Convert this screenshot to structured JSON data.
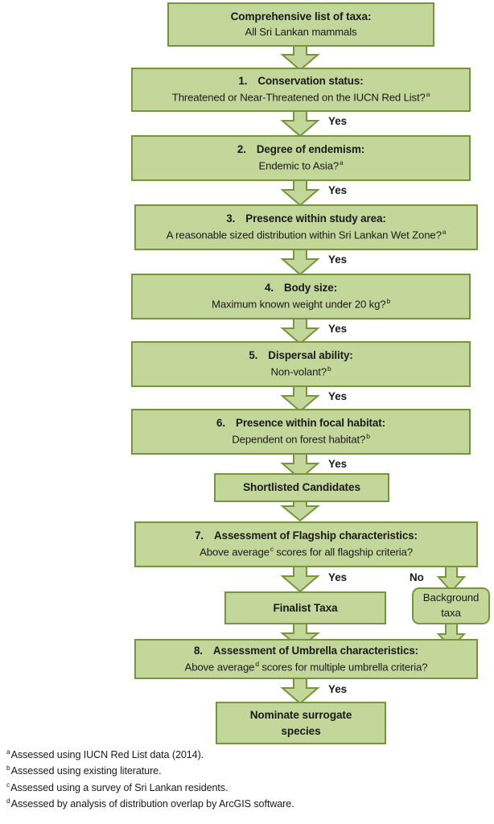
{
  "diagram": {
    "title": "Surrogate species selection flowchart",
    "colors": {
      "box_fill": "#c4d79b",
      "box_border": "#77933c",
      "arrow_fill": "#c4d79b",
      "arrow_border": "#77933c",
      "text": "#1a1a1a",
      "background": "#ffffff"
    }
  },
  "nodes": [
    {
      "id": "comprehensive-list",
      "kind": "terminal",
      "title": "Comprehensive list of taxa:",
      "subtitle": "All Sri Lankan mammals"
    },
    {
      "id": "step-1",
      "kind": "decision",
      "number": "1.",
      "title": "Conservation status:",
      "subtitle": "Threatened or Near-Threatened on the IUCN Red List?",
      "subtitle_marker": "a"
    },
    {
      "id": "step-2",
      "kind": "decision",
      "number": "2.",
      "title": "Degree of endemism:",
      "subtitle": "Endemic to Asia?",
      "subtitle_marker": "a"
    },
    {
      "id": "step-3",
      "kind": "decision",
      "number": "3.",
      "title": "Presence within study area:",
      "subtitle": "A reasonable sized distribution within Sri Lankan Wet Zone?",
      "subtitle_marker": "a"
    },
    {
      "id": "step-4",
      "kind": "decision",
      "number": "4.",
      "title": "Body size:",
      "subtitle": "Maximum known weight under 20 kg?",
      "subtitle_marker": "b"
    },
    {
      "id": "step-5",
      "kind": "decision",
      "number": "5.",
      "title": "Dispersal ability:",
      "subtitle": "Non-volant?",
      "subtitle_marker": "b"
    },
    {
      "id": "step-6",
      "kind": "decision",
      "number": "6.",
      "title": "Presence within focal habitat:",
      "subtitle": "Dependent on forest habitat?",
      "subtitle_marker": "b"
    },
    {
      "id": "shortlisted-candidates",
      "kind": "terminal",
      "title": "Shortlisted Candidates"
    },
    {
      "id": "step-7",
      "kind": "decision",
      "number": "7.",
      "title": "Assessment of Flagship characteristics:",
      "subtitle_prefix": "Above average",
      "subtitle_marker": "c",
      "subtitle_suffix": "scores for all flagship criteria?"
    },
    {
      "id": "finalist-taxa",
      "kind": "terminal",
      "title": "Finalist Taxa"
    },
    {
      "id": "background-taxa",
      "kind": "terminal-rounded",
      "title": "Background taxa"
    },
    {
      "id": "step-8",
      "kind": "decision",
      "number": "8.",
      "title": "Assessment of Umbrella characteristics:",
      "subtitle_prefix": "Above average",
      "subtitle_marker": "d",
      "subtitle_suffix": "scores for multiple umbrella criteria?"
    },
    {
      "id": "nominate-surrogate",
      "kind": "terminal",
      "title": "Nominate surrogate species"
    }
  ],
  "edge_labels": {
    "yes_1": "Yes",
    "yes_2": "Yes",
    "yes_3": "Yes",
    "yes_4": "Yes",
    "yes_5": "Yes",
    "yes_6": "Yes",
    "yes_7": "Yes",
    "no_7": "No",
    "yes_8": "Yes"
  },
  "footnotes": [
    {
      "marker": "a",
      "text": "Assessed using IUCN Red List data (2014)."
    },
    {
      "marker": "b",
      "text": "Assessed using existing literature."
    },
    {
      "marker": "c",
      "text": "Assessed using a survey of Sri Lankan residents."
    },
    {
      "marker": "d",
      "text": "Assessed by analysis of distribution overlap by ArcGIS software."
    }
  ]
}
